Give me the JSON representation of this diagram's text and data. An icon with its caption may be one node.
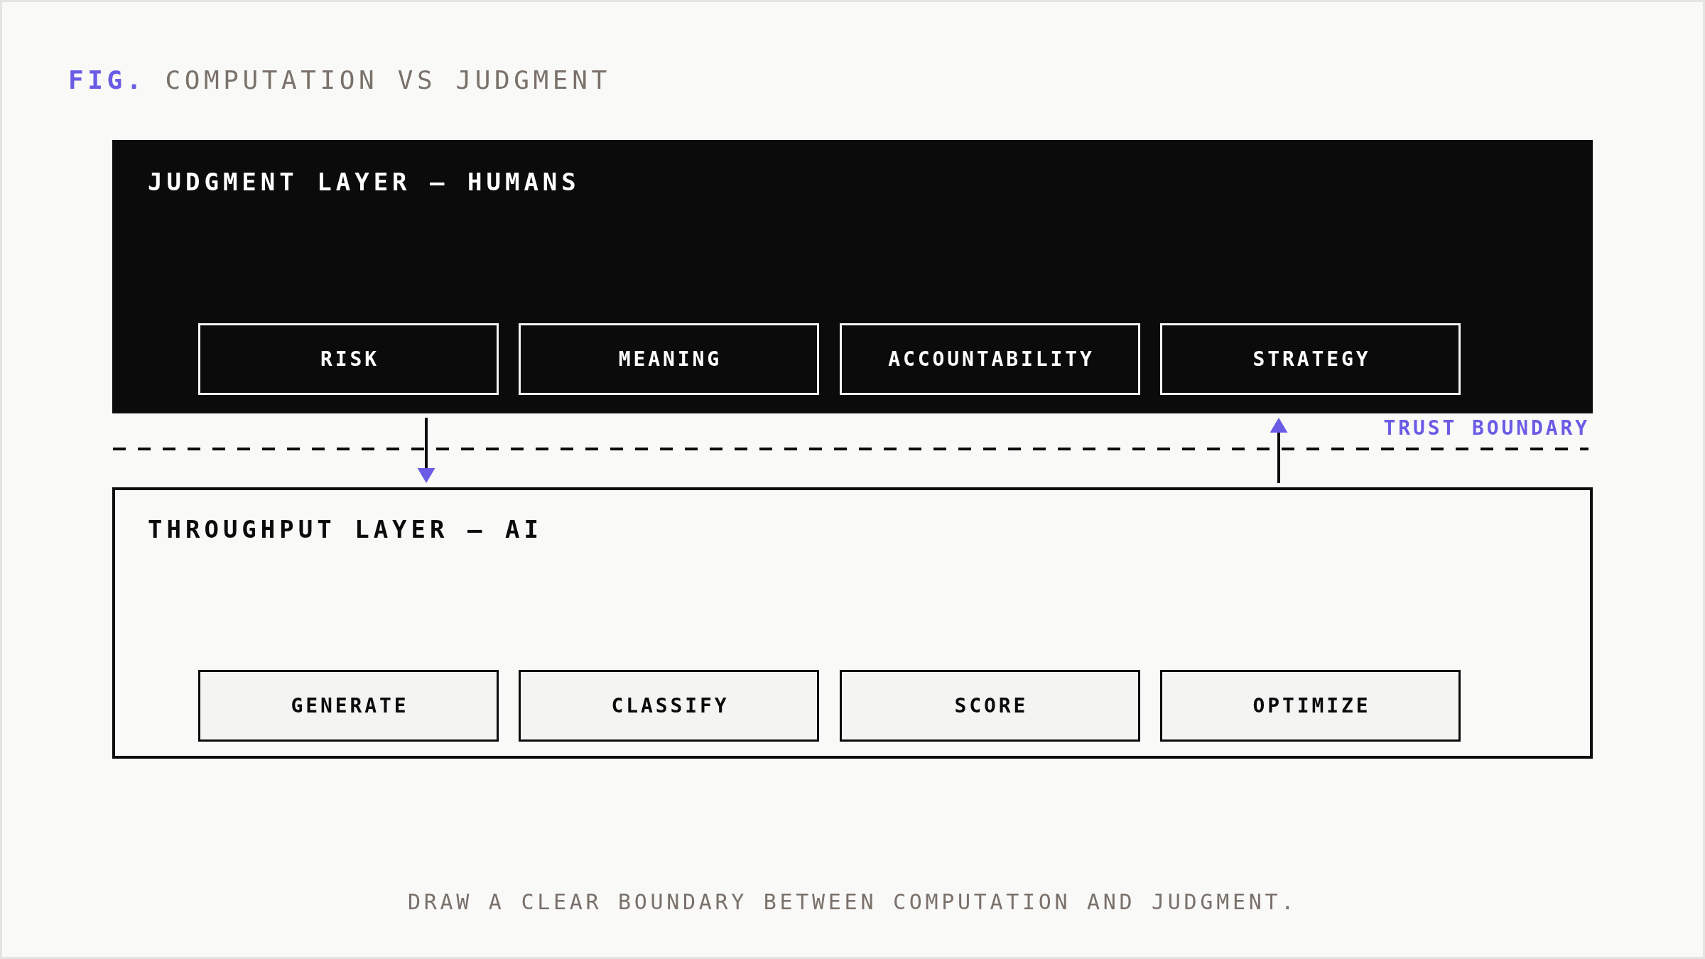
{
  "diagram": {
    "title": "**FIG.** COMPUTATION VS JUDGMENT",
    "caption": "DRAW A CLEAR BOUNDARY BETWEEN COMPUTATION AND JUDGMENT.",
    "nodes": [
      {
        "text": [
          "JUDGMENT LAYER — HUMANS"
        ]
      },
      {
        "text": [
          "RISK"
        ],
        "in": 0
      },
      {
        "text": [
          "MEANING"
        ],
        "in": 0
      },
      {
        "text": [
          "ACCOUNTABILITY"
        ],
        "in": 0
      },
      {
        "text": [
          "STRATEGY"
        ],
        "in": 0
      },
      {
        "text": [
          "THROUGHPUT LAYER — AI"
        ]
      },
      {
        "text": [
          "GENERATE"
        ],
        "in": 5
      },
      {
        "text": [
          "CLASSIFY"
        ],
        "in": 5
      },
      {
        "text": [
          "SCORE"
        ],
        "in": 5
      },
      {
        "text": [
          "OPTIMIZE"
        ],
        "in": 5
      }
    ],
    "edges": [
      {
        "from": 0,
        "to": 5,
        "arrow": "to"
      },
      {
        "from": 5,
        "to": 0,
        "arrow": "to"
      }
    ],
    "labels": [
      "TRUST BOUNDARY"
    ]
  }
}
